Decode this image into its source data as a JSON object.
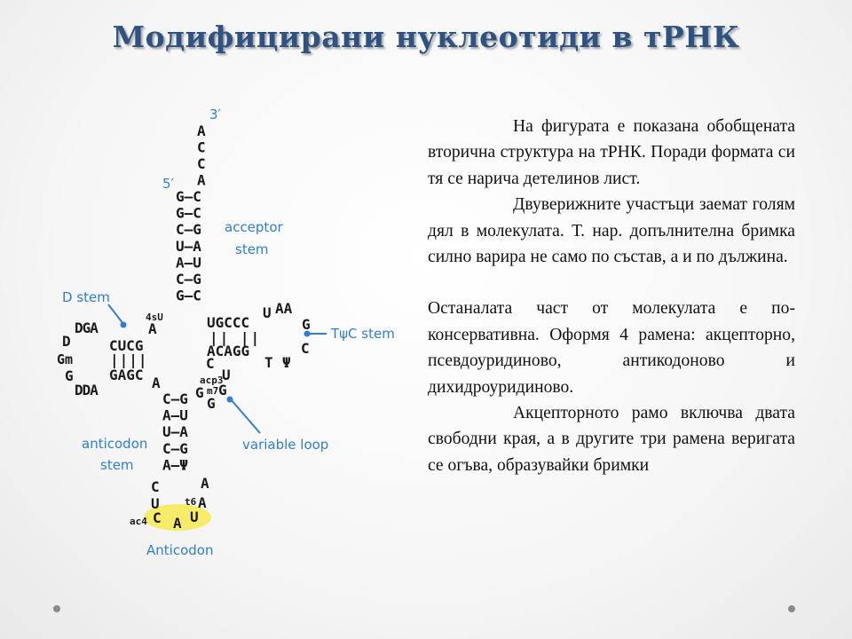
{
  "title": "Модифицирани нуклеотиди в тРНК",
  "labels": {
    "three_prime": "3′",
    "five_prime": "5′",
    "acceptor_stem_1": "acceptor",
    "acceptor_stem_2": "stem",
    "d_stem": "D stem",
    "tpsic_stem": "TψC stem",
    "anticodon_stem_1": "anticodon",
    "anticodon_stem_2": "stem",
    "variable_loop": "variable loop",
    "anticodon": "Anticodon"
  },
  "sequence": {
    "acceptor_tail": [
      "A",
      "C",
      "C",
      "A"
    ],
    "acceptor_pairs": [
      "G–C",
      "G–C",
      "C–G",
      "U–A",
      "A–U",
      "C–G",
      "G–C"
    ],
    "mod_4sU": "4sU",
    "d_loop_top": "DGA",
    "d_left_1": "D",
    "d_left_2": "Gm",
    "d_left_3": "G",
    "d_bottom": "DDA",
    "a_small_1": "A",
    "a_small_2": "A",
    "d_stem_top": "CUCG",
    "d_stem_bars": "||||",
    "d_stem_bottom": "GAGC",
    "t_stem_top": "UGCCC",
    "t_stem_bars": "|| ||",
    "t_stem_bottom": "ACAGG",
    "t_loop_u": "U",
    "t_loop_aa": "AA",
    "t_loop_g": "G",
    "t_loop_c": "C",
    "t_loop_psi": "Ψ",
    "t_loop_t": "T",
    "var_c": "C",
    "var_acp3": "acp3",
    "var_u": "U",
    "var_g1": "G",
    "var_m7": "m7",
    "var_g2": "G",
    "anticodon_pairs": [
      "C–G",
      "A–U",
      "U–A",
      "C–G",
      "A–Ψ"
    ],
    "ac_left_c": "C",
    "ac_left_u": "U",
    "ac_right_a": "A",
    "ac_t6": "t6",
    "ac_t6a": "A",
    "ac4": "ac4",
    "anticodon_c": "C",
    "anticodon_a": "A",
    "anticodon_u": "U"
  },
  "paragraphs": [
    "На фигурата е показана обобщената вторична структура на тРНК. Поради формата си тя се нарича детелинов лист.",
    "Двуверижните участъци заемат голям дял в молекулата. Т. нар. допълнителна бримка силно варира не само по състав, а и по дължина.",
    "Останалата част от молекулата е по-консервативна. Оформя 4 рамена: акцепторно, псевдоуридиново, антикодоново и дихидроуридиново.",
    "Акцепторното рамо включва двата свободни края, а в другите три рамена веригата се огъва, образувайки бримки"
  ],
  "colors": {
    "title": "#2e5282",
    "label_blue": "#2f7fd0",
    "anticodon_highlight": "#f7ec6a"
  }
}
